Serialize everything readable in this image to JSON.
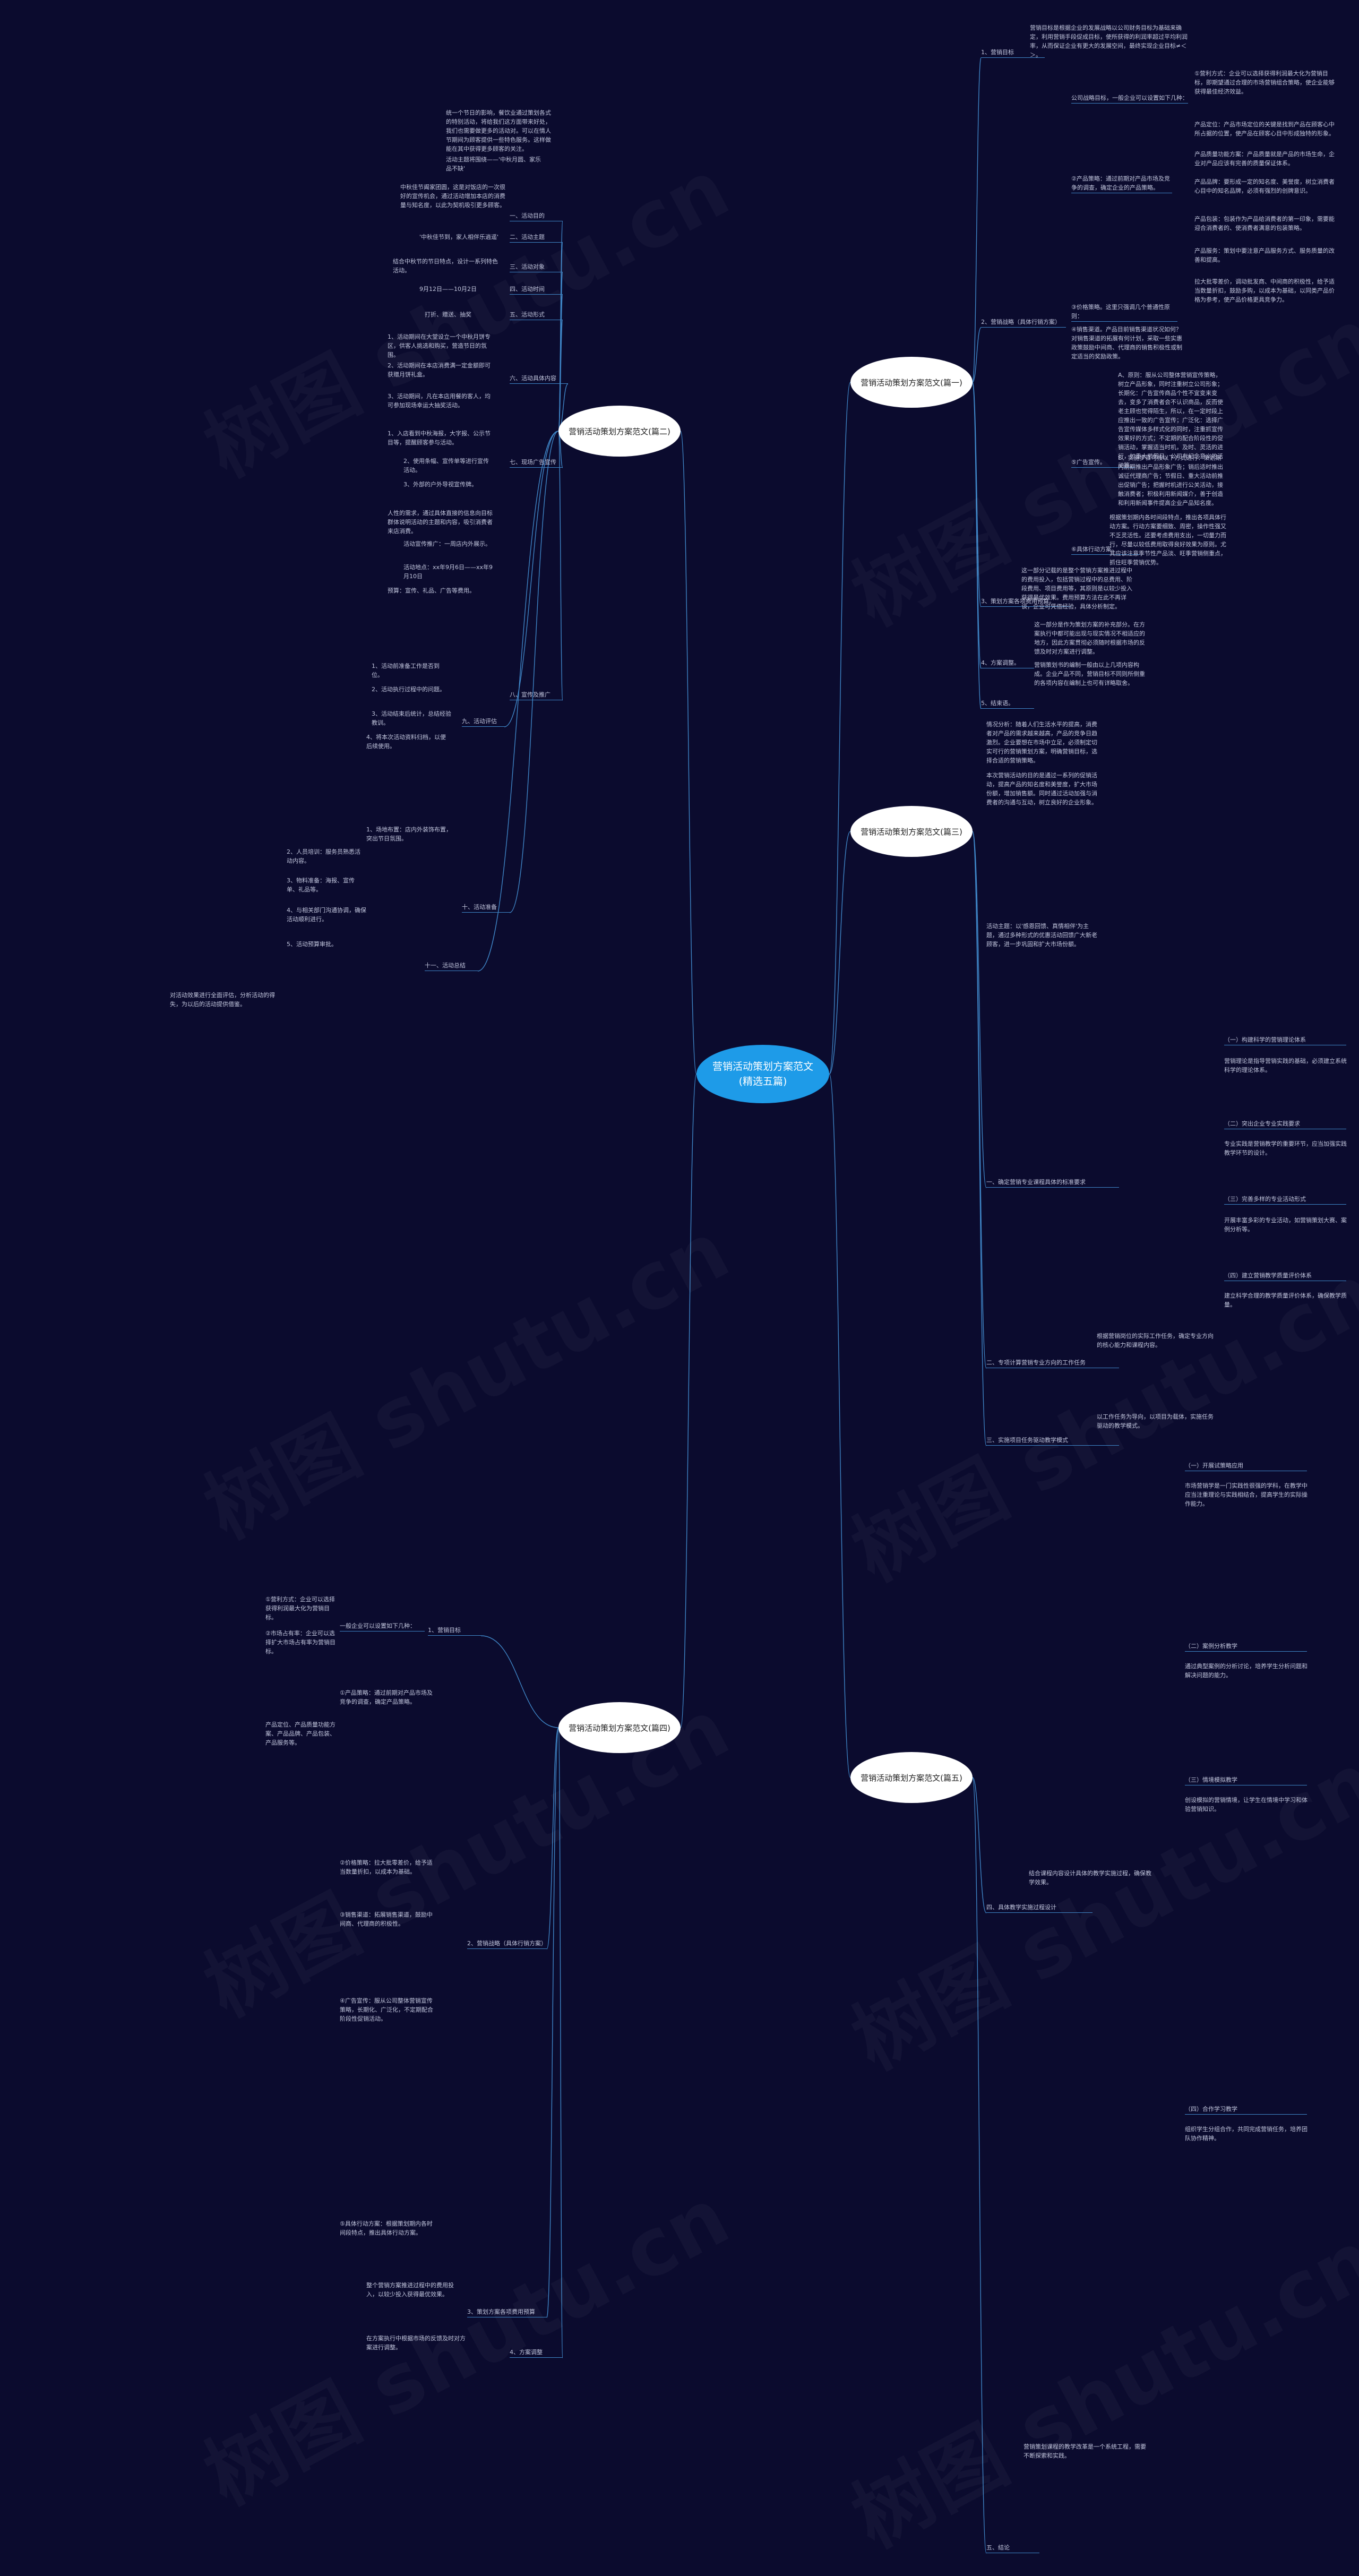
{
  "root": "营销活动策划方案范文(精选五篇)",
  "watermark": "树图 shutu.cn",
  "colors": {
    "background": "#0b0b2e",
    "root": "#1e9be8",
    "branch": "#ffffff",
    "line": "#3f86c7"
  },
  "branches": [
    {
      "title": "营销活动策划方案范文(篇一)"
    },
    {
      "title": "营销活动策划方案范文(篇二)"
    },
    {
      "title": "营销活动策划方案范文(篇三)"
    },
    {
      "title": "营销活动策划方案范文(篇四)"
    },
    {
      "title": "营销活动策划方案范文(篇五)"
    }
  ],
  "b1": {
    "s1": "1、营销目标",
    "s1t": "营销目标是根据企业的发展战略以公司财务目标为基础来确定，利用营销手段促成目标，使所获得的利润率超过平均利润率，从而保证企业有更大的发展空间，最终实现企业目标≠＜＞。",
    "s2": "2、营销战略（具体行销方案）",
    "s2a": "公司战略目标，一般企业可以设置如下几种：",
    "s2a1": "①营利方式：企业可以选择获得利润最大化为营销目标，即期望通过合理的市场营销组合策略，使企业能够获得最佳经济效益。",
    "s2b": "②产品策略：通过前期对产品市场及竞争的调查，确定企业的产品策略。",
    "s2b1": "产品定位：产品市场定位的关键是找到产品在顾客心中所占据的位置，使产品在顾客心目中形成独特的形象。",
    "s2b2": "产品质量功能方案：产品质量就是产品的市场生命，企业对产品应该有完善的质量保证体系。",
    "s2b3": "产品品牌：要形成一定的知名度、美誉度，树立消费者心目中的知名品牌，必须有强烈的创牌意识。",
    "s2b4": "产品包装：包装作为产品给消费者的第一印象，需要能迎合消费者的、使消费者满意的包装策略。",
    "s2b5": "产品服务：策划中要注意产品服务方式、服务质量的改善和提高。",
    "s2c": "③价格策略。这里只强调几个普通性原则：",
    "s2c1": "拉大批零差价，调动批发商、中间商的积极性，给予适当数量折扣，鼓励多购，以成本为基础，以同类产品价格为参考，使产品价格更具竞争力。",
    "s2d": "④销售渠道。产品目前销售渠道状况如何？对销售渠道的拓展有何计划，采取一些实惠政策鼓励中间商、代理商的销售积极性或制定适当的奖励政策。",
    "s2e": "⑤广告宣传。",
    "s2e1": "A、原则：服从公司整体营销宣传策略，树立产品形象，同时注重树立公司形象；长期化：广告宣传商品个性不宜变来变去，变多了消费者会不认识商品，反而使老主顾也觉得陌生，所以，在一定时段上应推出一致的广告宣传；广泛化：选择广告宣传媒体多样式化的同时，注重抓宣传效果好的方式；不定期的配合阶段性的促销活动，掌握适当时机，及时、灵活的进行，如重大节假日，公司有纪念意义的活动等。",
    "s2e2": "B、实施步骤可按以下方式进行：策划期内前期推出产品形象广告；销后适时推出诚征代理商广告；节假日、重大活动前推出促销广告；把握时机进行公关活动，接触消费者；积极利用新闻媒介，善于创造和利用新闻事件提高企业产品知名度。",
    "s2f": "⑥具体行动方案。",
    "s2f1": "根据策划期内各时间段特点，推出各项具体行动方案。行动方案要细致、周密，操作性强又不乏灵活性。还要考虑费用支出，一切量力而行，尽量以较低费用取得良好效果为原则。尤其应该注意季节性产品淡、旺季营销侧重点，抓住旺季营销优势。",
    "s3": "3、策划方案各项费用预算。",
    "s3t": "这一部分记载的是整个营销方案推进过程中的费用投入，包括营销过程中的总费用、阶段费用、项目费用等，其原则是以较少投入获得最优效果。费用预算方法在此不再详谈，企业可凭借经验，具体分析制定。",
    "s4": "4、方案调整。",
    "s4t": "这一部分是作为策划方案的补充部分。在方案执行中都可能出现与现实情况不相适应的地方，因此方案贯彻必须随时根据市场的反馈及时对方案进行调整。",
    "s5": "5、结束语。",
    "s5t": "营销策划书的编制一般由以上几项内容构成。企业产品不同，营销目标不同则所侧重的各项内容在编制上也可有详略取舍。"
  },
  "b2": {
    "intro": "统一个节日的影响，餐饮业通过策划各式的特别活动，将给我们这方面带来好处，我们也需要做更多的活动对。可以在情人节期间为顾客提供一些特色服务。这样做能在其中获得更多顾客的关注。",
    "s1": "一、活动目的",
    "s1a": "活动主题将围绕——'中秋月圆、家乐品不缺'",
    "s1b": "中秋佳节阖家团圆，这是对饭店的一次很好的宣传机会，通过活动增加本店的消费量与知名度，以此为契机吸引更多顾客。",
    "s1c": "'中秋佳节到，家人相伴乐逍遥'",
    "s2": "二、活动主题",
    "s2t": "结合中秋节的节日特点，设计一系列特色活动。",
    "s3": "三、活动对象",
    "s3t": "9月12日——10月2日",
    "s4": "四、活动时间",
    "s4t": "打折、赠送、抽奖",
    "s5": "五、活动形式",
    "s6": "六、活动具体内容",
    "s6a": "1、活动期间在大堂设立一个中秋月饼专区，供客人挑选和购买，营造节日的氛围。",
    "s6b": "2、活动期间在本店消费满一定金额即可获赠月饼礼盒。",
    "s6c": "3、活动期间，凡在本店用餐的客人，均可参加现场幸运大抽奖活动。",
    "s7": "七、现场广告宣传",
    "s7a": "1、入店看到中秋海报，大字报、公示节目等，提醒顾客参与活动。",
    "s7b": "2、使用条幅、宣传单等进行宣传活动。",
    "s7c": "3、外部的户外导视宣传牌。",
    "s8": "八、宣传及推广",
    "s8a": "人性的需求，通过具体直接的信息向目标群体说明活动的主题和内容，吸引消费者来店消费。",
    "s8b": "活动宣传推广：一周店内外展示。",
    "s8c": "活动地点：xx年9月6日——xx年9月10日",
    "s8d": "预算：宣传、礼品、广告等费用。",
    "s9": "九、活动评估",
    "s9a": "1、活动前准备工作是否到位。",
    "s9b": "2、活动执行过程中的问题。",
    "s9c": "3、活动结束后统计，总结经验教训。",
    "s9d": "4、将本次活动资料归档，以便后续使用。",
    "s10": "十、活动准备",
    "s10a": "1、场地布置：店内外装饰布置，突出节日氛围。",
    "s10b": "2、人员培训：服务员熟悉活动内容。",
    "s10c": "3、物料准备：海报、宣传单、礼品等。",
    "s10d": "4、与相关部门沟通协调，确保活动顺利进行。",
    "s10e": "5、活动预算审批。",
    "s11": "十一、活动总结",
    "s11t": "对活动效果进行全面评估，分析活动的得失，为以后的活动提供借鉴。"
  },
  "b3": {
    "intro1": "情况分析：随着人们生活水平的提高，消费者对产品的需求越来越高，产品的竞争日趋激烈。企业要想在市场中立足，必须制定切实可行的营销策划方案，明确营销目标，选择合适的营销策略。",
    "intro2": "本次营销活动的目的是通过一系列的促销活动，提高产品的知名度和美誉度，扩大市场份额，增加销售额。同时通过活动加强与消费者的沟通与互动，树立良好的企业形象。",
    "intro3": "活动主题：以'感恩回馈、真情相伴'为主题，通过多种形式的优惠活动回馈广大新老顾客，进一步巩固和扩大市场份额。",
    "s1": "一、确定营销专业课程具体的标准要求",
    "s1a": "（一）构建科学的营销理论体系",
    "s1a1": "营销理论是指导营销实践的基础，必须建立系统科学的理论体系。",
    "s1b": "（二）突出企业专业实践要求",
    "s1b1": "专业实践是营销教学的重要环节，应当加强实践教学环节的设计。",
    "s1c": "（三）完善多样的专业活动形式",
    "s1c1": "开展丰富多彩的专业活动，如营销策划大赛、案例分析等。",
    "s1d": "（四）建立营销教学质量评价体系",
    "s1d1": "建立科学合理的教学质量评价体系，确保教学质量。",
    "s2": "二、专项计算营销专业方向的工作任务",
    "s2t": "根据营销岗位的实际工作任务，确定专业方向的核心能力和课程内容。",
    "s3": "三、实施项目任务驱动教学模式",
    "s3t": "以工作任务为导向，以项目为载体，实施任务驱动的教学模式。"
  },
  "b4": {
    "s1": "1、营销目标",
    "s1a": "一般企业可以设置如下几种：",
    "s1a1": "①营利方式：企业可以选择获得利润最大化为营销目标。",
    "s1a2": "②市场占有率：企业可以选择扩大市场占有率为营销目标。",
    "s2": "2、营销战略（具体行销方案）",
    "s2a": "①产品策略：通过前期对产品市场及竞争的调查，确定产品策略。",
    "s2a1": "产品定位、产品质量功能方案、产品品牌、产品包装、产品服务等。",
    "s2b": "②价格策略：拉大批零差价，给予适当数量折扣，以成本为基础。",
    "s2c": "③销售渠道：拓展销售渠道，鼓励中间商、代理商的积极性。",
    "s2d": "④广告宣传：服从公司整体营销宣传策略，长期化、广泛化，不定期配合阶段性促销活动。",
    "s2e": "⑤具体行动方案：根据策划期内各时间段特点，推出具体行动方案。",
    "s3": "3、策划方案各项费用预算",
    "s3t": "整个营销方案推进过程中的费用投入，以较少投入获得最优效果。",
    "s4": "4、方案调整",
    "s4t": "在方案执行中根据市场的反馈及时对方案进行调整。"
  },
  "b5": {
    "s1": "（一）开展试策略应用",
    "s1t": "市场营销学是一门实践性很强的学科，在教学中应当注重理论与实践相结合，提高学生的实际操作能力。",
    "s2": "（二）案例分析教学",
    "s2t": "通过典型案例的分析讨论，培养学生分析问题和解决问题的能力。",
    "s3": "（三）情境模拟教学",
    "s3t": "创设模拟的营销情境，让学生在情境中学习和体验营销知识。",
    "s4": "（四）合作学习教学",
    "s4t": "组织学生分组合作，共同完成营销任务，培养团队协作精神。",
    "s5": "四、具体教学实施过程设计",
    "s5t": "结合课程内容设计具体的教学实施过程，确保教学效果。",
    "s6": "五、结论",
    "s6t": "营销策划课程的教学改革是一个系统工程，需要不断探索和实践。"
  }
}
